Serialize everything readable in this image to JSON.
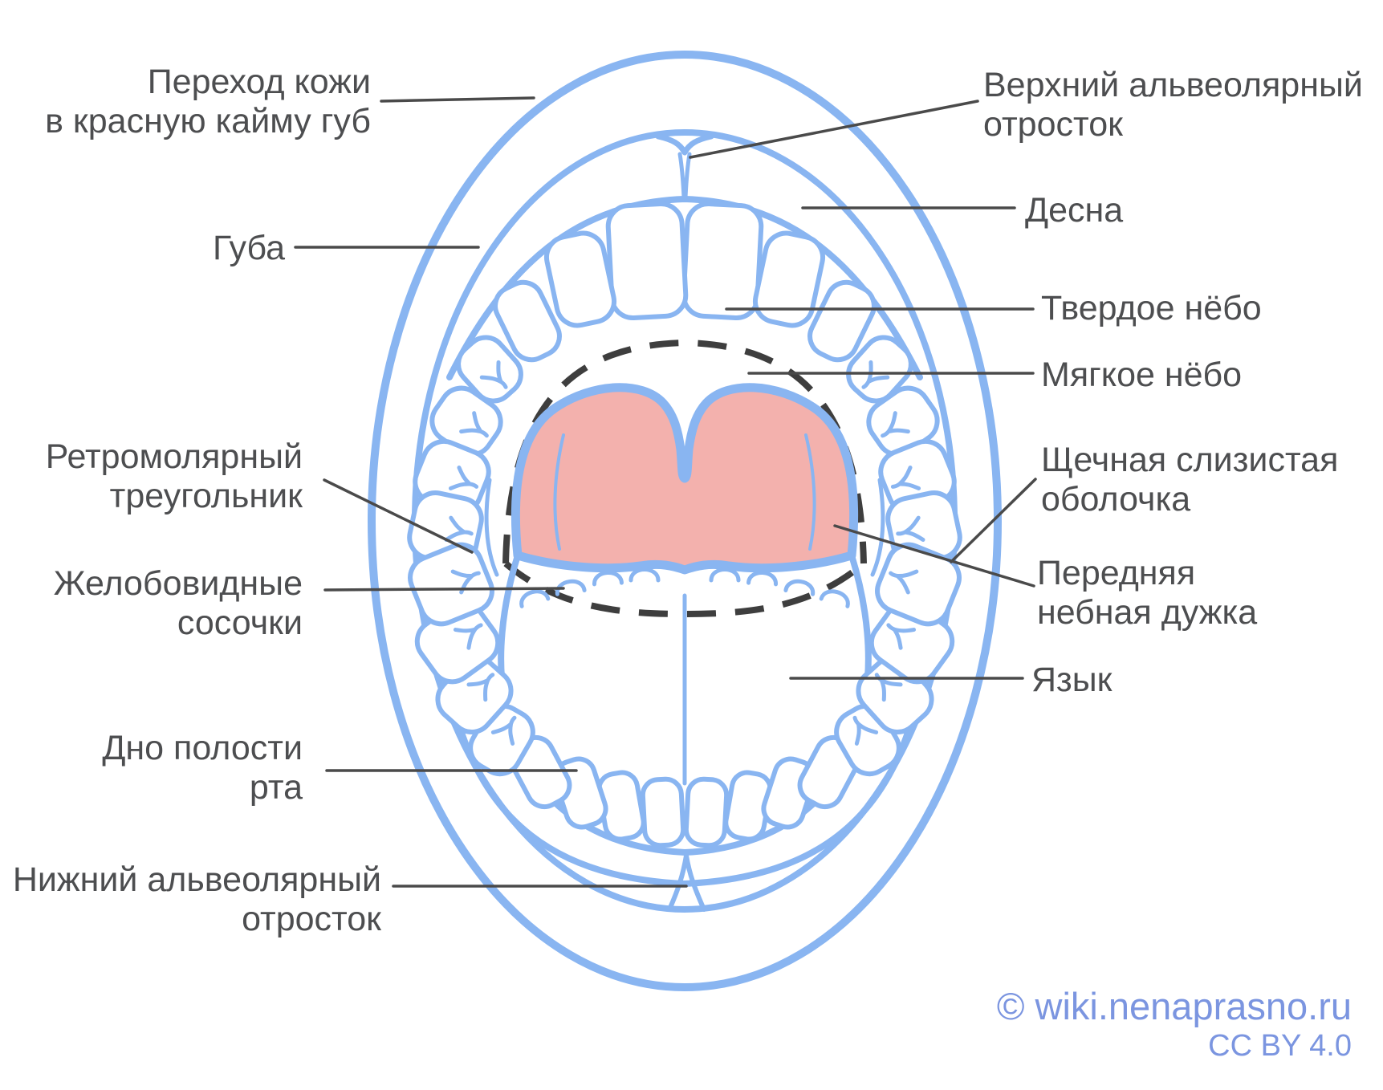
{
  "figure": {
    "type": "anatomical-diagram",
    "subject": "Open mouth (oral cavity) anatomy, front view",
    "language": "ru"
  },
  "labels": {
    "skin_lip_border": {
      "text": "Переход кожи\nв красную кайму губ",
      "side": "left"
    },
    "lip": {
      "text": "Губа",
      "side": "left"
    },
    "retromolar_triangle": {
      "text": "Ретромолярный\nтреугольник",
      "side": "left"
    },
    "vallate_papillae": {
      "text": "Желобовидные\nсосочки",
      "side": "left"
    },
    "floor_of_mouth": {
      "text": "Дно полости\nрта",
      "side": "left"
    },
    "lower_alveolar": {
      "text": "Нижний альвеолярный\nотросток",
      "side": "left"
    },
    "upper_alveolar": {
      "text": "Верхний альвеолярный\nотросток",
      "side": "right"
    },
    "gum": {
      "text": "Десна",
      "side": "right"
    },
    "hard_palate": {
      "text": "Твердое нёбо",
      "side": "right"
    },
    "soft_palate": {
      "text": "Мягкое нёбо",
      "side": "right"
    },
    "buccal_mucosa": {
      "text": "Щечная слизистая\nоболочка",
      "side": "right"
    },
    "anterior_palatine_arch": {
      "text": "Передняя\nнебная дужка",
      "side": "right"
    },
    "tongue": {
      "text": "Язык",
      "side": "right"
    }
  },
  "watermark": {
    "copyright": "© wiki.nenaprasno.ru",
    "license": "CC BY 4.0"
  },
  "colors": {
    "outline_blue": "#89b5f1",
    "soft_palate_pink": "#f3b1ad",
    "label_text": "#4d4e50",
    "leader_line": "#4a4a4a",
    "dashed_line": "#3e3e3e",
    "watermark_blue": "#7b95e0",
    "background": "#ffffff"
  }
}
